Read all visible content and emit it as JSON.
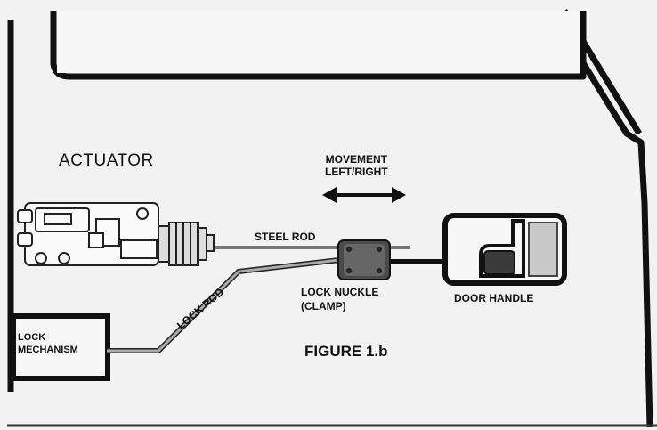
{
  "labels": {
    "actuator": "ACTUATOR",
    "movement_line1": "MOVEMENT",
    "movement_line2": "LEFT/RIGHT",
    "steel_rod": "STEEL ROD",
    "lock_nuckle_line1": "LOCK NUCKLE",
    "lock_nuckle_line2": "(CLAMP)",
    "door_handle": "DOOR HANDLE",
    "lock_rod": "LOCK ROD",
    "lock_mechanism_line1": "LOCK",
    "lock_mechanism_line2": "MECHANISM",
    "figure": "FIGURE 1.b"
  },
  "colors": {
    "outline": "#111111",
    "background": "#f2f2f2",
    "rod_gray": "#9a9a9a",
    "handle_light": "#c8c8c8",
    "handle_dark": "#3a3a3a",
    "clamp": "#555555"
  }
}
